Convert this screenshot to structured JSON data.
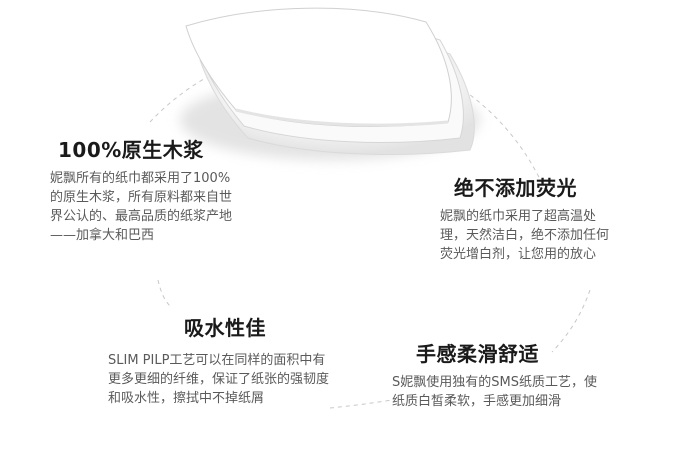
{
  "features": {
    "pulp": {
      "title": "100%原生木浆",
      "text": "妮飘所有的纸巾都采用了100%的原生木浆，所有原料都来自世界公认的、最高品质的纸浆产地——加拿大和巴西"
    },
    "fluor": {
      "title": "绝不添加荧光",
      "text": "妮飘的纸巾采用了超高温处理，天然洁白，绝不添加任何荧光增白剂，让您用的放心"
    },
    "absorb": {
      "title": "吸水性佳",
      "text": "SLIM PILP工艺可以在同样的面积中有更多更细的纤维，保证了纸张的强韧度和吸水性，擦拭中不掉纸屑"
    },
    "soft": {
      "title": "手感柔滑舒适",
      "text": "S妮飘使用独有的SMS纸质工艺，使纸质白皙柔软，手感更加细滑"
    }
  },
  "colors": {
    "title": "#1a1a1a",
    "body_text": "#5a5a5a",
    "dashed_ring": "#c8c8c8",
    "paper_shadow": "#cfcfcf"
  }
}
